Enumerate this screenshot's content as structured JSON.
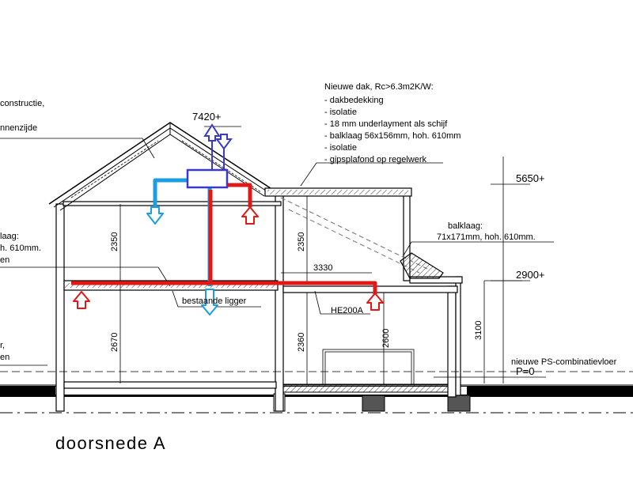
{
  "title": "doorsnede A",
  "roof_spec": {
    "heading": "Nieuwe dak, Rc>6.3m2K/W:",
    "items": [
      "- dakbedekking",
      "- isolatie",
      "- 18 mm underlayment als schijf",
      "- balklaag 56x156mm, hoh. 610mm",
      "- isolatie",
      "- gipsplafond op regelwerk"
    ]
  },
  "left_notes": {
    "line1": "constructie,",
    "line2": "nnenzijde",
    "line3": "laag:",
    "line4": "h. 610mm.",
    "line5": "en",
    "line6": "r,",
    "line7": "en"
  },
  "balklaag_note": {
    "line1": "balklaag:",
    "line2": "71x171mm, hoh. 610mm."
  },
  "labels": {
    "bestaande_ligger": "bestaande ligger",
    "he200a": "HE200A",
    "ps_vloer": "nieuwe PS-combinatievloer"
  },
  "levels": {
    "top": "7420+",
    "upper": "5650+",
    "mid": "2900+",
    "ground": "P=0"
  },
  "dimensions": {
    "left_upper": "2350",
    "left_lower": "2670",
    "mid_upper": "2350",
    "mid_lower": "2360",
    "span": "3330",
    "right_lower": "2600",
    "right_total": "3100"
  },
  "colors": {
    "supply_duct": "#1a9ee0",
    "extract_duct": "#e01818",
    "ventilation_unit": "#3a3ac8",
    "outer_duct": "#3a3ac8",
    "lines": "#000000"
  }
}
